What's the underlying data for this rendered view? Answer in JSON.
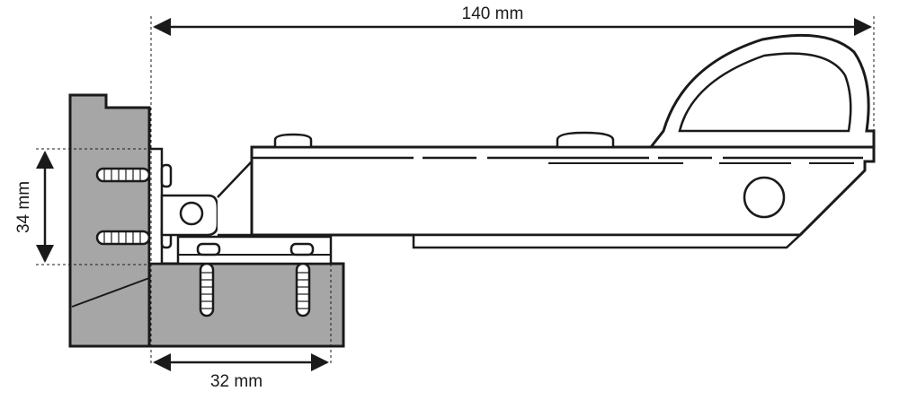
{
  "dimensions": {
    "overall_length": "140 mm",
    "height": "34 mm",
    "width": "32 mm"
  },
  "colors": {
    "outline": "#1a1a1a",
    "wood": "#a6a6a6",
    "background": "#ffffff"
  }
}
